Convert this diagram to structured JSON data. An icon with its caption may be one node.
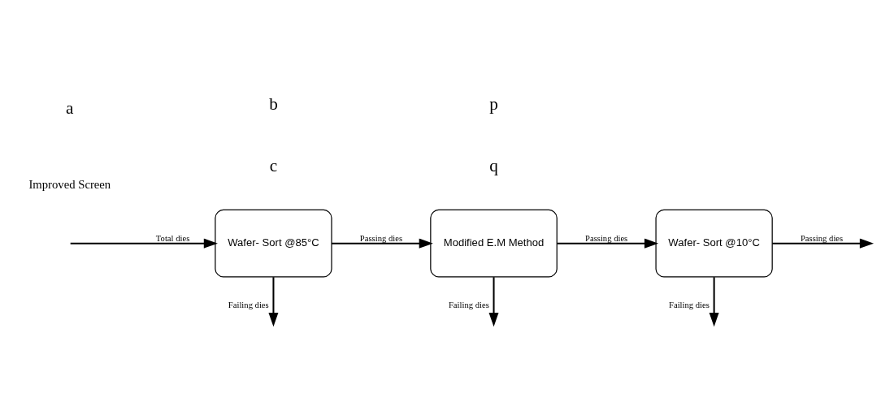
{
  "diagram": {
    "nodes": [
      {
        "text": [
          "Wafer- Sort @85°C"
        ]
      },
      {
        "text": [
          "Modified E.M Method"
        ]
      },
      {
        "text": [
          "Wafer- Sort @10°C"
        ]
      }
    ],
    "edges": [
      {
        "from": null,
        "to": 0,
        "arrow": "to",
        "label": "Total dies"
      },
      {
        "from": 0,
        "to": 1,
        "arrow": "to",
        "label": "Passing dies"
      },
      {
        "from": 0,
        "to": null,
        "arrow": "to",
        "label": "Failing dies"
      },
      {
        "from": 1,
        "to": 2,
        "arrow": "to",
        "label": "Passing dies"
      },
      {
        "from": 1,
        "to": null,
        "arrow": "to",
        "label": "Failing dies"
      },
      {
        "from": 2,
        "to": null,
        "arrow": "to",
        "label": "Passing dies"
      },
      {
        "from": 2,
        "to": null,
        "arrow": "to",
        "label": "Failing dies"
      }
    ],
    "labels": [
      "Improved Screen",
      "a",
      "c",
      "q",
      "b",
      "p"
    ]
  }
}
